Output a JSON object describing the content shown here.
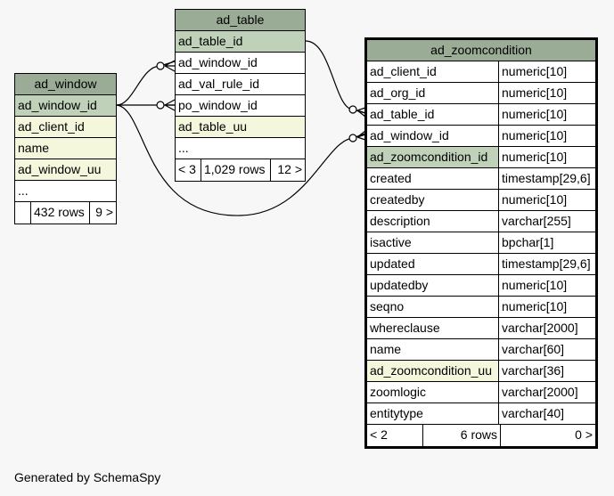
{
  "ad_window": {
    "title": "ad_window",
    "columns": [
      "ad_window_id",
      "ad_client_id",
      "name",
      "ad_window_uu",
      "..."
    ],
    "footer": {
      "left": "",
      "rows": "432 rows",
      "right": "9 >"
    }
  },
  "ad_table": {
    "title": "ad_table",
    "columns": [
      "ad_table_id",
      "ad_window_id",
      "ad_val_rule_id",
      "po_window_id",
      "ad_table_uu",
      "..."
    ],
    "footer": {
      "left": "< 3",
      "rows": "1,029 rows",
      "right": "12 >"
    }
  },
  "ad_zoomcondition": {
    "title": "ad_zoomcondition",
    "columns": [
      {
        "name": "ad_client_id",
        "type": "numeric[10]"
      },
      {
        "name": "ad_org_id",
        "type": "numeric[10]"
      },
      {
        "name": "ad_table_id",
        "type": "numeric[10]"
      },
      {
        "name": "ad_window_id",
        "type": "numeric[10]"
      },
      {
        "name": "ad_zoomcondition_id",
        "type": "numeric[10]"
      },
      {
        "name": "created",
        "type": "timestamp[29,6]"
      },
      {
        "name": "createdby",
        "type": "numeric[10]"
      },
      {
        "name": "description",
        "type": "varchar[255]"
      },
      {
        "name": "isactive",
        "type": "bpchar[1]"
      },
      {
        "name": "updated",
        "type": "timestamp[29,6]"
      },
      {
        "name": "updatedby",
        "type": "numeric[10]"
      },
      {
        "name": "seqno",
        "type": "numeric[10]"
      },
      {
        "name": "whereclause",
        "type": "varchar[2000]"
      },
      {
        "name": "name",
        "type": "varchar[60]"
      },
      {
        "name": "ad_zoomcondition_uu",
        "type": "varchar[36]"
      },
      {
        "name": "zoomlogic",
        "type": "varchar[2000]"
      },
      {
        "name": "entitytype",
        "type": "varchar[40]"
      }
    ],
    "footer": {
      "left": "< 2",
      "rows": "6 rows",
      "right": "0 >"
    }
  },
  "generated_by": "Generated by SchemaSpy"
}
